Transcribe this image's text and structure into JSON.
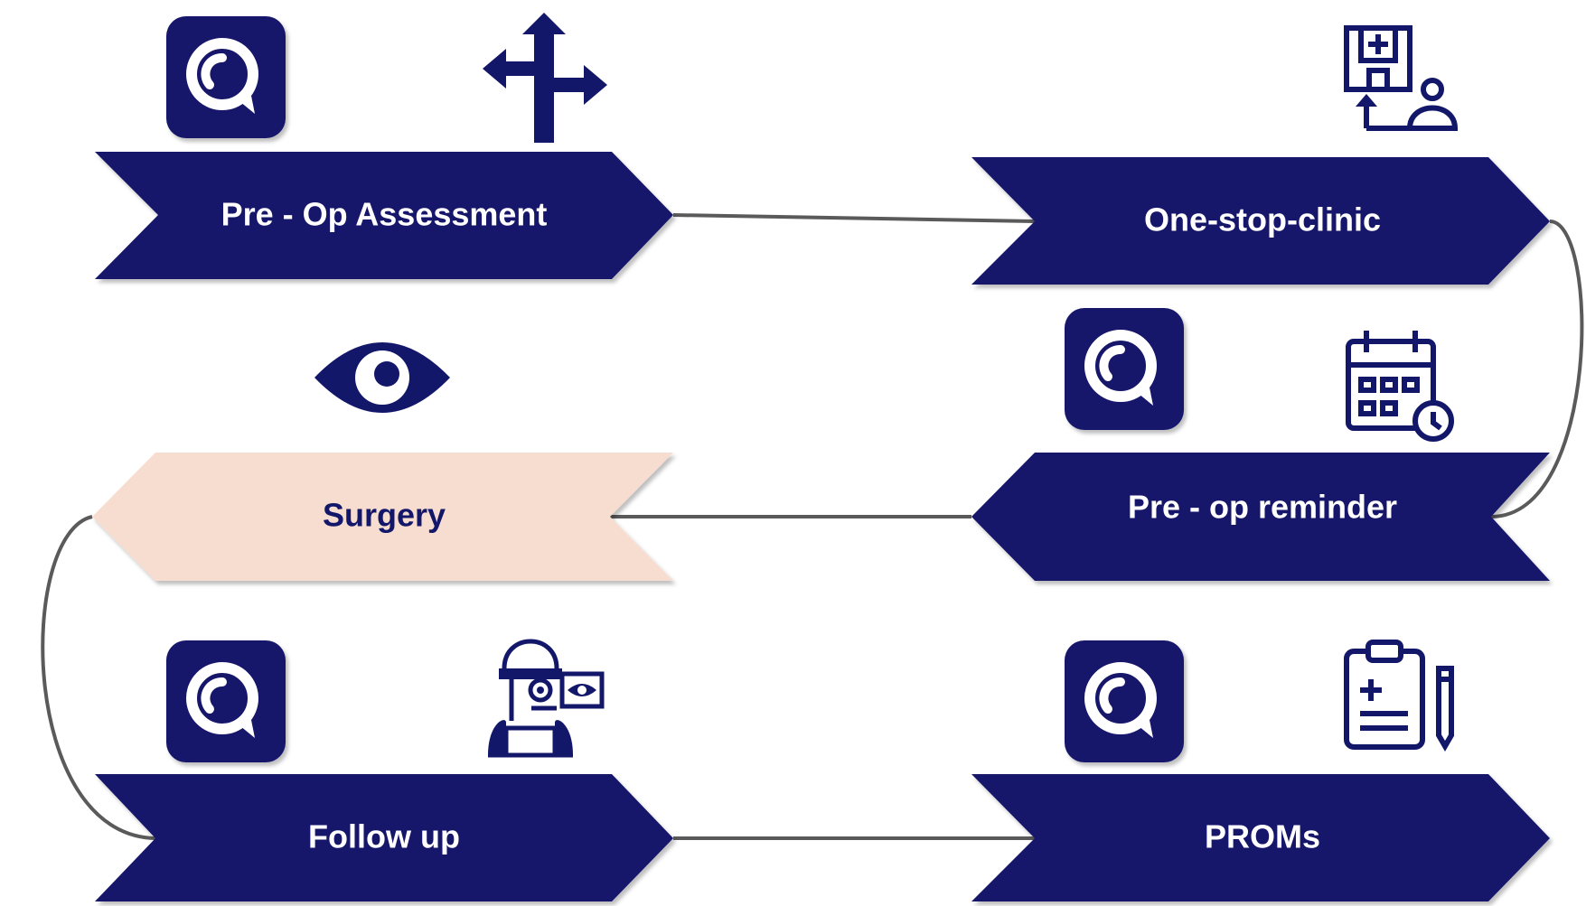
{
  "colors": {
    "navy": "#13176a",
    "peach": "#f7ddd0",
    "connector": "#5a5a5a",
    "white": "#ffffff"
  },
  "steps": {
    "pre_op_assessment": "Pre - Op Assessment",
    "one_stop_clinic": "One-stop-clinic",
    "surgery": "Surgery",
    "pre_op_reminder": "Pre - op reminder",
    "follow_up": "Follow up",
    "proms": "PROMs"
  },
  "icons": {
    "chat_app": "chat-app-icon",
    "signpost": "signpost-icon",
    "hospital_patient": "hospital-patient-icon",
    "eye": "eye-icon",
    "calendar_clock": "calendar-clock-icon",
    "eye_exam": "eye-exam-icon",
    "clipboard": "clipboard-pencil-icon"
  }
}
